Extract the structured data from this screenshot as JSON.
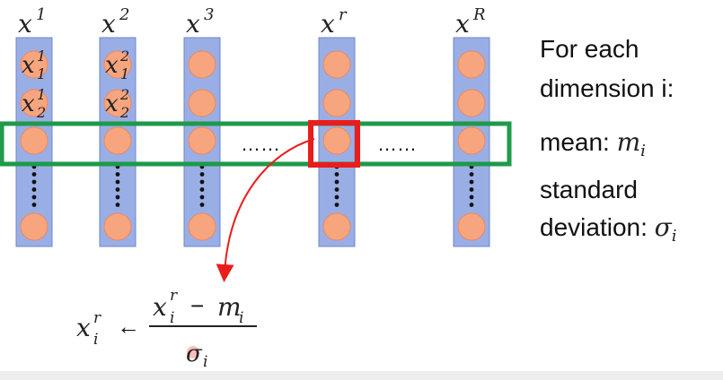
{
  "columns": [
    {
      "id": "c1",
      "label_base": "x",
      "label_sup": "1",
      "cells": [
        {
          "base": "x",
          "sub": "1",
          "sup": "1"
        },
        {
          "base": "x",
          "sub": "2",
          "sup": "1"
        }
      ]
    },
    {
      "id": "c2",
      "label_base": "x",
      "label_sup": "2",
      "cells": [
        {
          "base": "x",
          "sub": "1",
          "sup": "2"
        },
        {
          "base": "x",
          "sub": "2",
          "sup": "2"
        }
      ]
    },
    {
      "id": "c3",
      "label_base": "x",
      "label_sup": "3",
      "cells": []
    },
    {
      "id": "cr",
      "label_base": "x",
      "label_sup": "r",
      "cells": []
    },
    {
      "id": "cR",
      "label_base": "x",
      "label_sup": "R",
      "cells": []
    }
  ],
  "ellipses": {
    "left": "……",
    "right": "……"
  },
  "side_text": {
    "line1": "For each",
    "line2": "dimension i:",
    "mean_label": "mean: ",
    "mean_symbol": "m",
    "mean_sub": "i",
    "std_line1": "standard",
    "std_label": "deviation: ",
    "std_symbol": "σ",
    "std_sub": "i"
  },
  "formula": {
    "lhs_base": "x",
    "lhs_sup": "r",
    "lhs_sub": "i",
    "arrow": "←",
    "num_base": "x",
    "num_sup": "r",
    "num_sub": "i",
    "num_minus": "−",
    "num_m": "m",
    "num_m_sub": "i",
    "den_symbol": "σ",
    "den_sub": "i"
  },
  "colors": {
    "column_fill": "#9aaee6",
    "column_stroke": "#6f86cc",
    "circle_fill": "#f6a57e",
    "circle_stroke": "#e98962",
    "highlight_row": "#1e9a4a",
    "highlight_cell": "#ea1d1d",
    "arrow": "#ea1d1d"
  }
}
